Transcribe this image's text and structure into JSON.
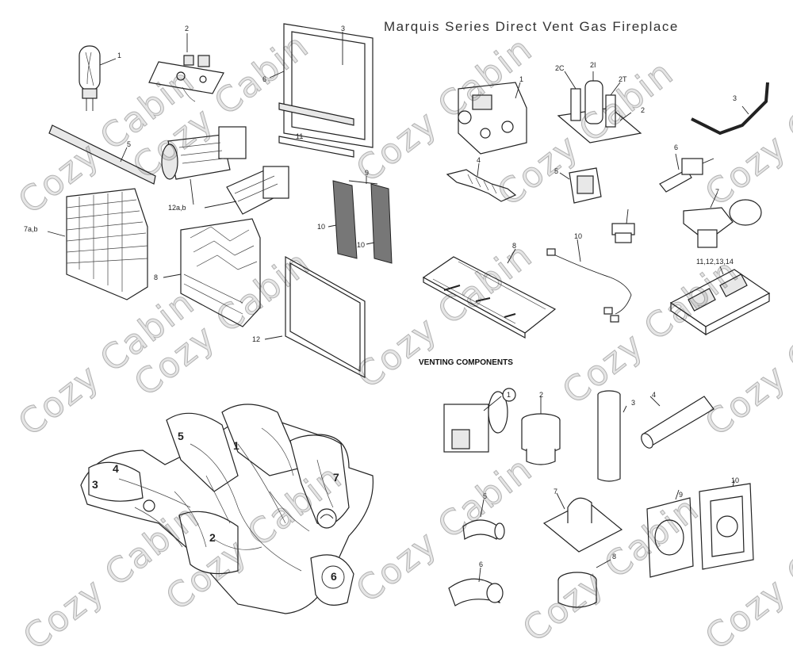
{
  "title": "Marquis Series Direct Vent Gas Fireplace",
  "venting_heading": "VENTING COMPONENTS",
  "watermark": "Cozy Cabin",
  "left_callouts": {
    "bulb": "1",
    "bracket": "2",
    "glass_door": "3",
    "gasket": "5",
    "frame_left": "6",
    "frame_bottom": "11",
    "panels": "7a,b",
    "refractory": "8",
    "embers": "9",
    "ember_left": "10",
    "ember_right": "10",
    "blower": "12a,b",
    "screen": "12"
  },
  "right_callouts": {
    "valve": "1",
    "pilot": "2",
    "pilot_2c": "2C",
    "pilot_2i": "2I",
    "pilot_2t": "2T",
    "rod": "3",
    "flex_line": "4",
    "switch": "5",
    "orifice": "6",
    "elbow": "7",
    "burner": "8",
    "wire": "10",
    "remote": "11,12,13,14"
  },
  "vent_callouts": {
    "term_cap": "1",
    "adapter": "2",
    "straight_pipe": "3",
    "pipe": "4",
    "elbow45": "5",
    "elbow90": "6",
    "flashing": "7",
    "collar": "8",
    "wall_plate": "9",
    "firestop": "10"
  },
  "log_callouts": {
    "log1": "1",
    "log2": "2",
    "log3": "3",
    "log4": "4",
    "log5": "5",
    "log6": "6",
    "log7": "7"
  }
}
